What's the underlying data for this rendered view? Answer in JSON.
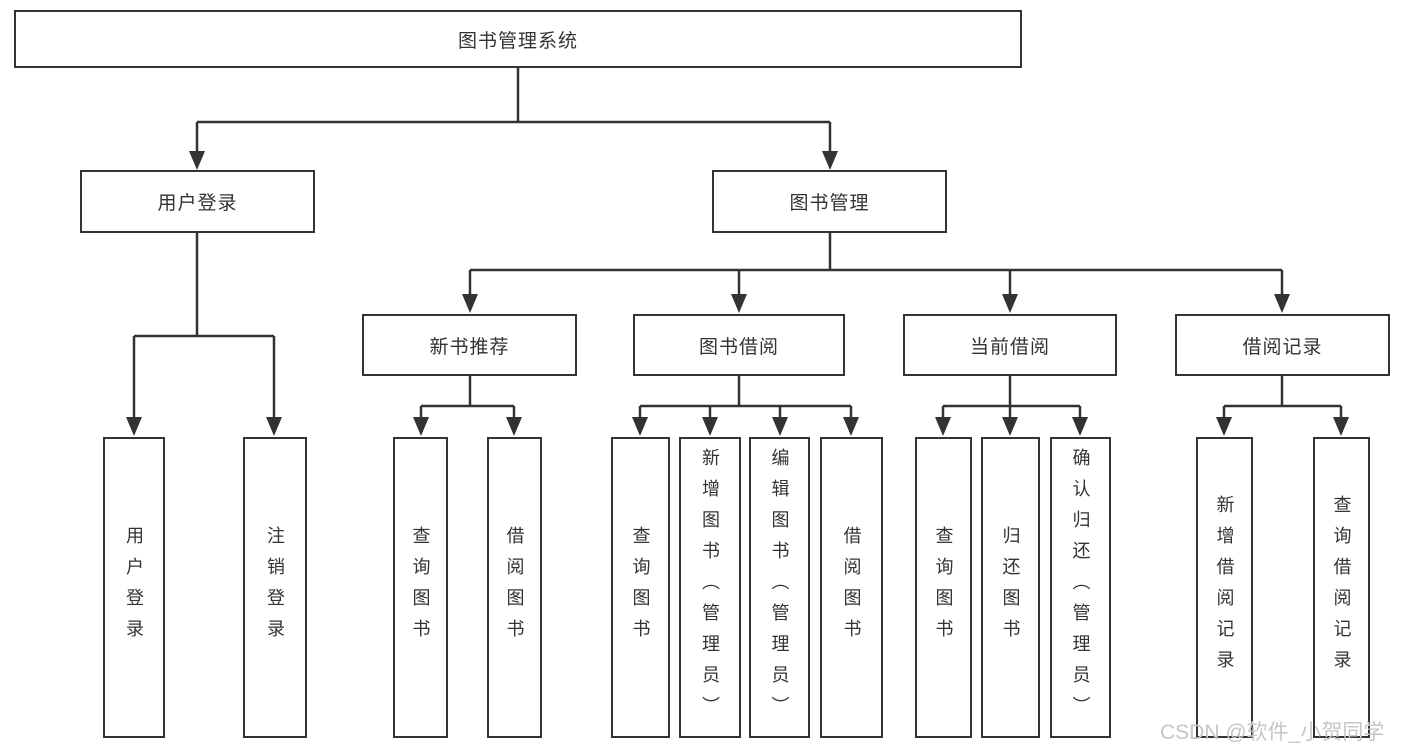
{
  "tree": {
    "label": "图书管理系统",
    "children": [
      {
        "label": "用户登录",
        "children": [
          {
            "label": "用户登录"
          },
          {
            "label": "注销登录"
          }
        ]
      },
      {
        "label": "图书管理",
        "children": [
          {
            "label": "新书推荐",
            "children": [
              {
                "label": "查询图书"
              },
              {
                "label": "借阅图书"
              }
            ]
          },
          {
            "label": "图书借阅",
            "children": [
              {
                "label": "查询图书"
              },
              {
                "label": "新增图书（管理员）"
              },
              {
                "label": "编辑图书（管理员）"
              },
              {
                "label": "借阅图书"
              }
            ]
          },
          {
            "label": "当前借阅",
            "children": [
              {
                "label": "查询图书"
              },
              {
                "label": "归还图书"
              },
              {
                "label": "确认归还（管理员）"
              }
            ]
          },
          {
            "label": "借阅记录",
            "children": [
              {
                "label": "新增借阅记录"
              },
              {
                "label": "查询借阅记录"
              }
            ]
          }
        ]
      }
    ]
  },
  "watermark": {
    "text": "CSDN @软件_小贺同学",
    "color": "#c6c6c6"
  },
  "style": {
    "line_color": "#333333",
    "box_border_color": "#333333",
    "background": "#ffffff"
  }
}
